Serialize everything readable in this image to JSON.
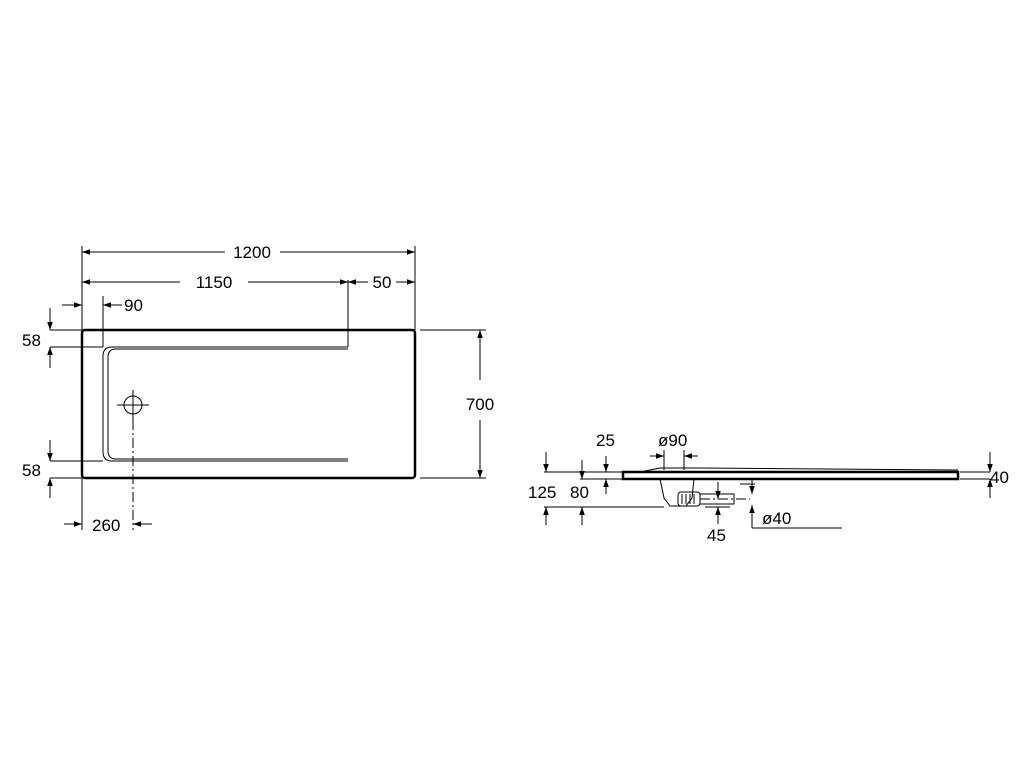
{
  "plan_view": {
    "overall_length": "1200",
    "inner_length": "1150",
    "edge_offset": "50",
    "top_inset": "90",
    "width": "700",
    "top_margin": "58",
    "bottom_margin": "58",
    "drain_offset": "260"
  },
  "section_view": {
    "rim_height": "25",
    "drain_diameter": "ø90",
    "total_height": "125",
    "trap_height": "80",
    "tray_thickness": "40",
    "outlet_offset": "45",
    "outlet_diameter": "ø40"
  }
}
